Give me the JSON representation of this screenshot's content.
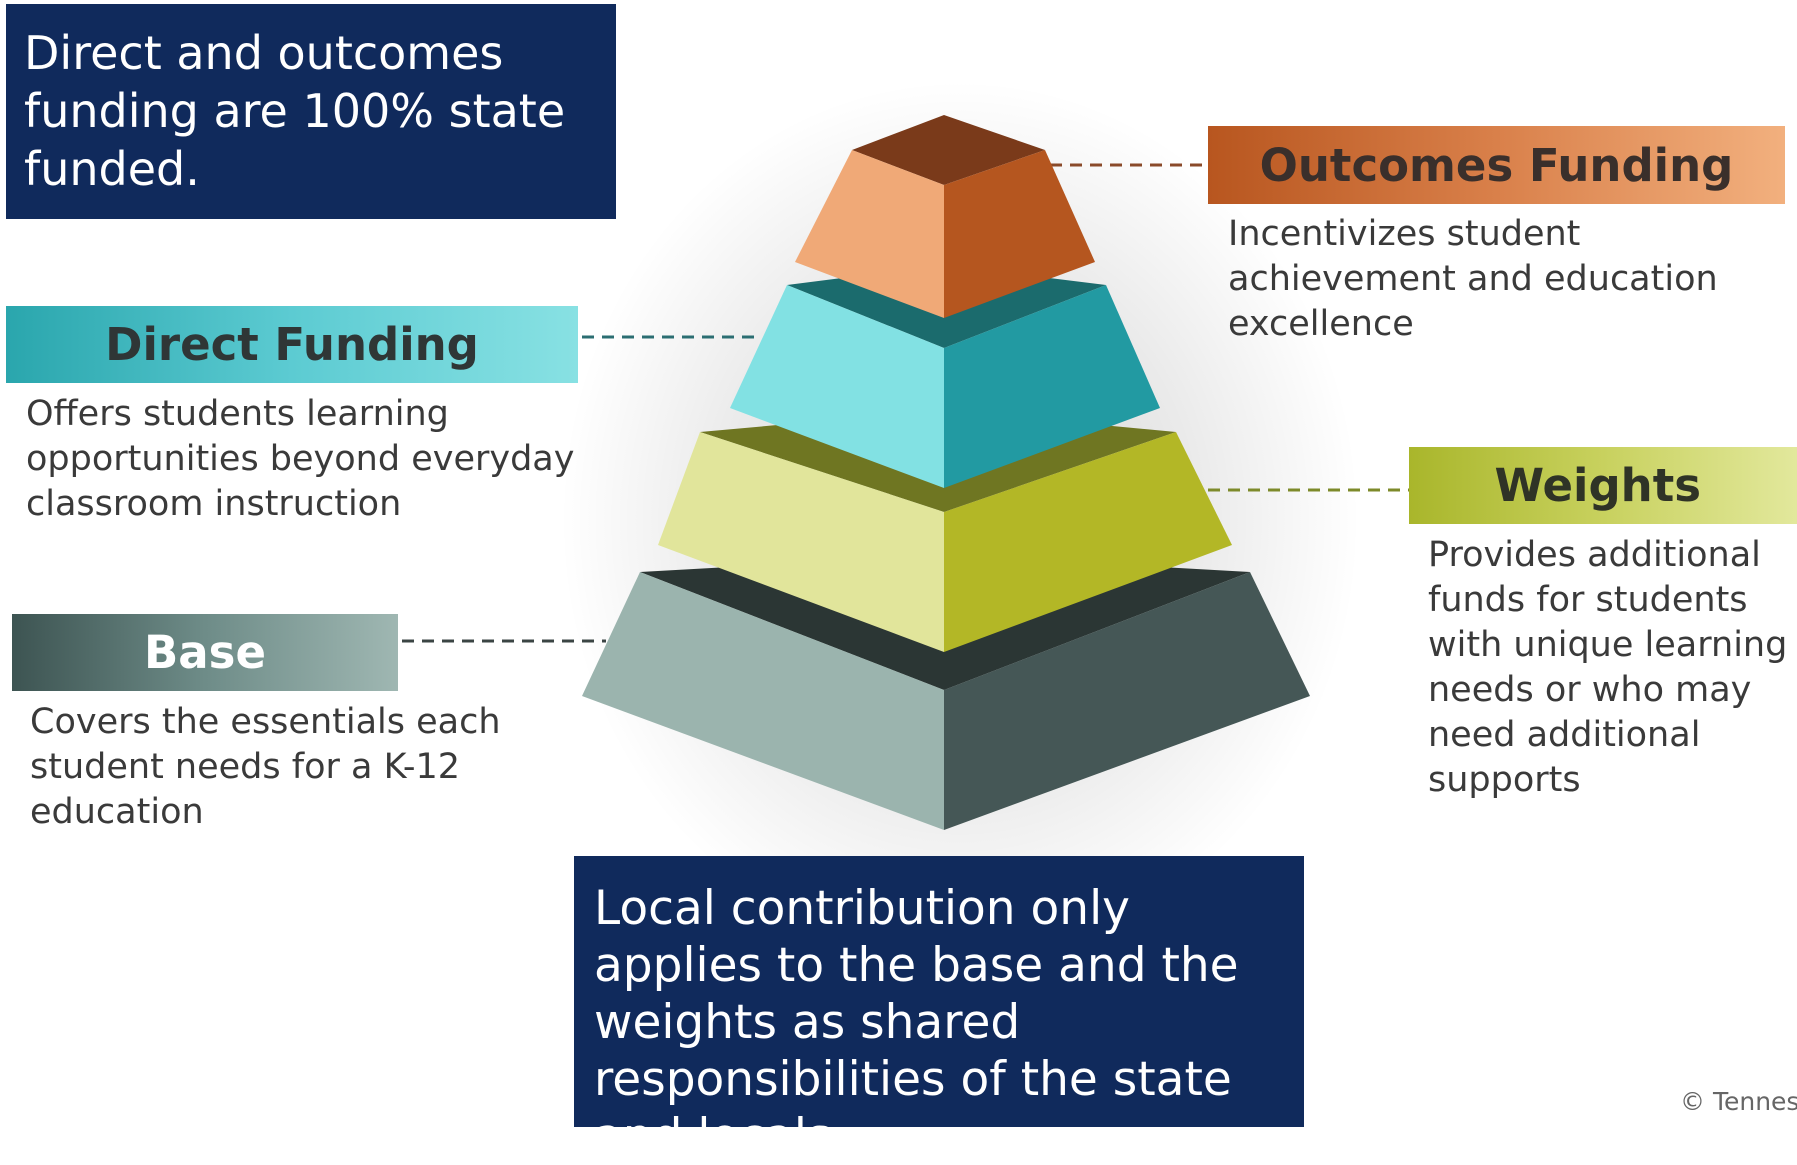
{
  "notes": {
    "top": "Direct and outcomes funding are 100% state funded.",
    "bottom": "Local contribution only applies to the base and the weights as shared responsibilities of the state and locals."
  },
  "tiers": {
    "outcomes": {
      "label": "Outcomes Funding",
      "description": "Incentivizes student achievement and education excellence",
      "color": "#b8561f"
    },
    "direct": {
      "label": "Direct Funding",
      "description": "Offers students learning opportunities beyond everyday classroom instruction",
      "color": "#2aa6ad"
    },
    "weights": {
      "label": "Weights",
      "description": "Provides additional funds for students with unique learning needs or who may need additional supports",
      "color": "#a9b62b"
    },
    "base": {
      "label": "Base",
      "description": "Covers the essentials each student needs for a K-12 education",
      "color": "#3d5452"
    }
  },
  "footer": {
    "copyright": "© Tennes"
  }
}
